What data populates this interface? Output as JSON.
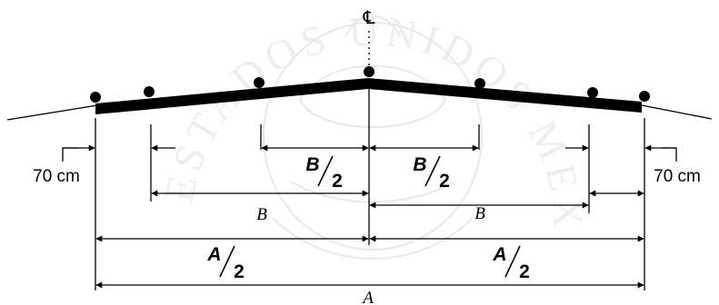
{
  "centerline": {
    "symbol": "℄"
  },
  "shoulder": {
    "left_label": "70 cm",
    "right_label": "70 cm"
  },
  "dimensions": {
    "half_b_left": {
      "num": "B",
      "den": "2"
    },
    "half_b_right": {
      "num": "B",
      "den": "2"
    },
    "b_left": "B",
    "b_right": "B",
    "half_a_left": {
      "num": "A",
      "den": "2"
    },
    "half_a_right": {
      "num": "A",
      "den": "2"
    },
    "a_total": "A"
  },
  "watermark": {
    "text": "ESTADOS UNIDOS MEXICANOS"
  }
}
